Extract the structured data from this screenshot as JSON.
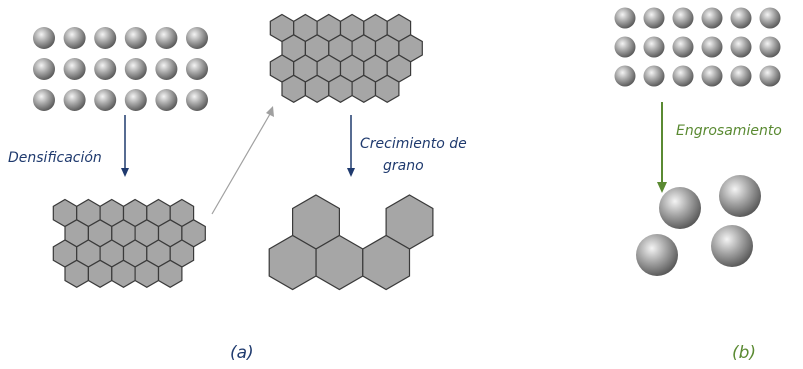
{
  "panel_a": {
    "label": "(a)",
    "step_densification": "Densificación",
    "step_grain_growth_line1": "Crecimiento de",
    "step_grain_growth_line2": "grano"
  },
  "panel_b": {
    "label": "(b)",
    "step_coarsening": "Engrosamiento"
  },
  "colors": {
    "hexagon_fill": "#a6a6a6",
    "hexagon_stroke": "#3a3a3a",
    "sphere_highlight": "#f4f4f4",
    "sphere_mid": "#a8a8a8",
    "sphere_shadow": "#505050",
    "arrow_blue": "#1f3a6e",
    "arrow_grey": "#a0a0a0",
    "arrow_green": "#5a8a32",
    "text_blue": "#1f3a6e",
    "text_green": "#5a8a32"
  }
}
